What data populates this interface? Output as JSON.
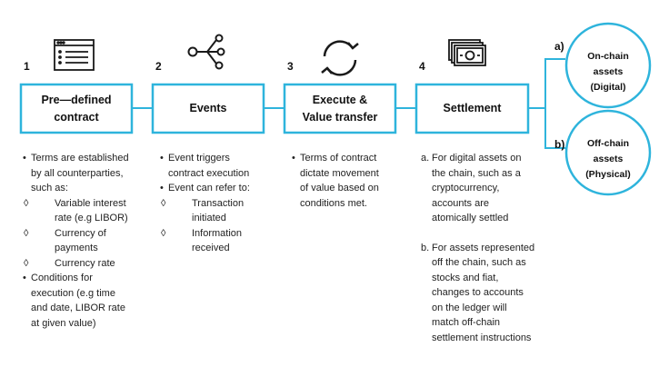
{
  "steps": [
    {
      "number": "1",
      "label_lines": [
        "Pre—defined",
        "contract"
      ],
      "icon": "document-list-icon"
    },
    {
      "number": "2",
      "label_lines": [
        "Events"
      ],
      "icon": "network-nodes-icon"
    },
    {
      "number": "3",
      "label_lines": [
        "Execute &",
        "Value transfer"
      ],
      "icon": "cycle-arrows-icon"
    },
    {
      "number": "4",
      "label_lines": [
        "Settlement"
      ],
      "icon": "cash-stack-icon"
    }
  ],
  "descriptions": {
    "contract": [
      "Terms are established",
      "by all counterparties,",
      "such as:",
      "Variable interest",
      "rate (e.g LIBOR)",
      "Currency of",
      "payments",
      "Currency rate",
      "Conditions for",
      "execution (e.g time",
      "and date, LIBOR rate",
      "at given value)"
    ],
    "events": [
      "Event triggers",
      "contract execution",
      "Event can refer to:",
      "Transaction",
      "initiated",
      "Information",
      "received"
    ],
    "execute": [
      "Terms of contract",
      "dictate movement",
      "of value based on",
      "conditions met."
    ],
    "settlement": {
      "a_mark": "a.",
      "a_lines": [
        "For digital assets on",
        "the chain, such as a",
        "cryptocurrency,",
        "accounts are",
        "atomically settled"
      ],
      "b_mark": "b.",
      "b_lines": [
        "For assets represented",
        "off the chain, such as",
        "stocks and fiat,",
        "changes to accounts",
        "on the ledger will",
        "match off-chain",
        "settlement instructions"
      ]
    }
  },
  "outcomes": [
    {
      "letter": "a)",
      "label_lines": [
        "On-chain assets",
        "(Digital)"
      ]
    },
    {
      "letter": "b)",
      "label_lines": [
        "Off-chain assets",
        "(Physical)"
      ]
    }
  ],
  "colors": {
    "accent": "#2eb4dc",
    "text": "#1a1a1a"
  }
}
